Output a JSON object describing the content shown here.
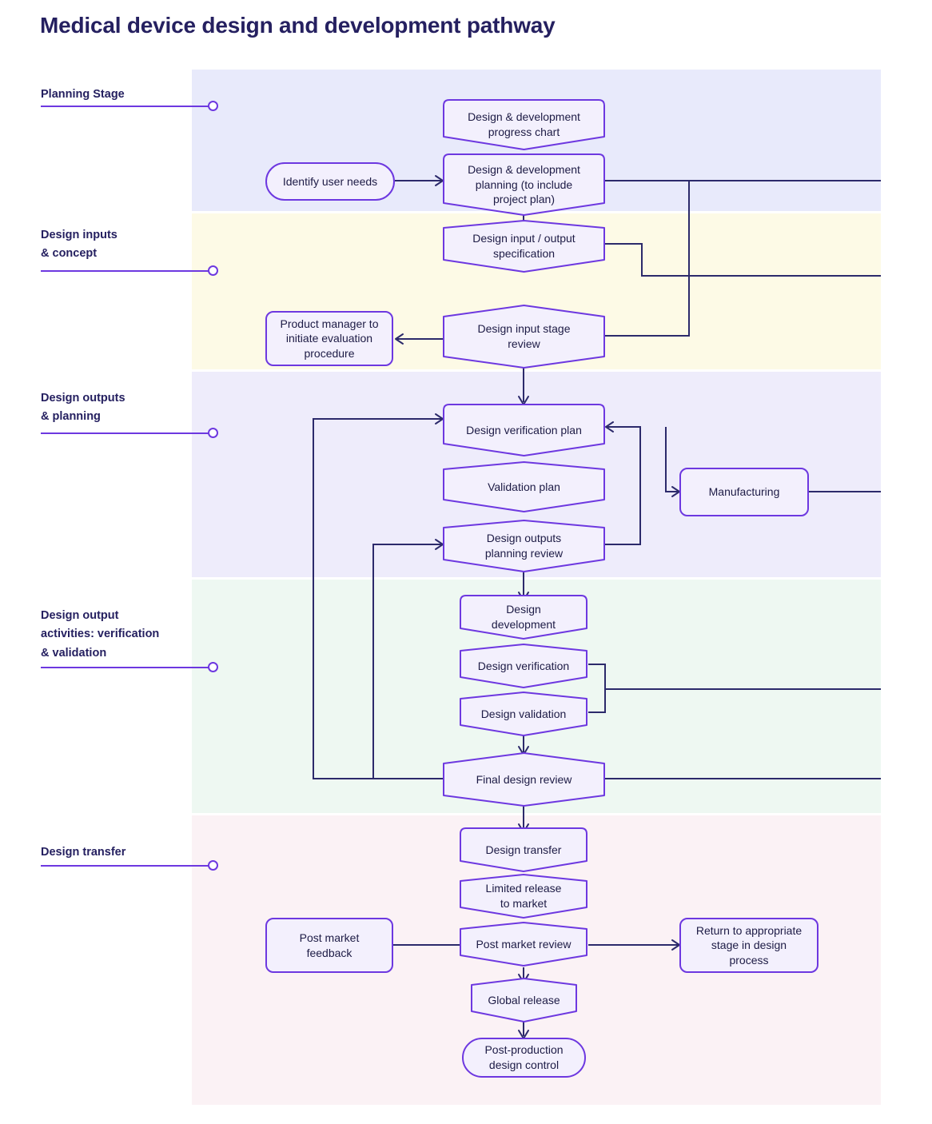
{
  "title": "Medical device design and development pathway",
  "colors": {
    "accent": "#6d38e0",
    "title_text": "#252060",
    "node_fill": "#f3f0fd",
    "connector": "#2c2a6b",
    "band_planning": "#e8eafb",
    "band_inputs": "#fdfae6",
    "band_outputs": "#eeecfb",
    "band_activities": "#eef8f2",
    "band_transfer": "#fbf2f5"
  },
  "stages": [
    {
      "id": "planning",
      "label": "Planning Stage"
    },
    {
      "id": "inputs",
      "label": "Design inputs\n& concept"
    },
    {
      "id": "outputs",
      "label": "Design outputs\n& planning"
    },
    {
      "id": "activities",
      "label": "Design output\nactivities: verification\n& validation"
    },
    {
      "id": "transfer",
      "label": "Design transfer"
    }
  ],
  "stage_labels": {
    "planning": "Planning Stage",
    "inputs_l1": "Design inputs",
    "inputs_l2": "& concept",
    "outputs_l1": "Design outputs",
    "outputs_l2": "& planning",
    "activities_l1": "Design output",
    "activities_l2": "activities: verification",
    "activities_l3": "& validation",
    "transfer": "Design transfer"
  },
  "nodes": {
    "progress_chart": "Design & development progress chart",
    "identify_user_needs": "Identify user needs",
    "dd_planning": "Design & development planning (to include project plan)",
    "io_spec": "Design input / output specification",
    "product_manager": "Product manager to initiate evaluation procedure",
    "input_stage_review": "Design input stage review",
    "verification_plan": "Design verification plan",
    "validation_plan": "Validation plan",
    "manufacturing": "Manufacturing",
    "outputs_planning_review": "Design outputs planning review",
    "design_development": "Design development",
    "design_verification": "Design verification",
    "design_validation": "Design validation",
    "final_design_review": "Final design review",
    "design_transfer": "Design transfer",
    "limited_release": "Limited release to market",
    "post_market_feedback": "Post market feedback",
    "post_market_review": "Post market review",
    "return_to_stage": "Return to appropriate stage in design process",
    "global_release": "Global release",
    "post_production": "Post-production design control"
  },
  "node_lines": {
    "progress_chart": [
      "Design & development",
      "progress chart"
    ],
    "identify_user_needs": [
      "Identify user needs"
    ],
    "dd_planning": [
      "Design & development",
      "planning (to include",
      "project plan)"
    ],
    "io_spec": [
      "Design input / output",
      "specification"
    ],
    "product_manager": [
      "Product manager to",
      "initiate evaluation",
      "procedure"
    ],
    "input_stage_review": [
      "Design input stage",
      "review"
    ],
    "verification_plan": [
      "Design verification plan"
    ],
    "validation_plan": [
      "Validation plan"
    ],
    "manufacturing": [
      "Manufacturing"
    ],
    "outputs_planning_review": [
      "Design outputs",
      "planning review"
    ],
    "design_development": [
      "Design",
      "development"
    ],
    "design_verification": [
      "Design verification"
    ],
    "design_validation": [
      "Design validation"
    ],
    "final_design_review": [
      "Final design review"
    ],
    "design_transfer": [
      "Design transfer"
    ],
    "limited_release": [
      "Limited release",
      "to market"
    ],
    "post_market_feedback": [
      "Post market",
      "feedback"
    ],
    "post_market_review": [
      "Post market review"
    ],
    "return_to_stage": [
      "Return to appropriate",
      "stage in design",
      "process"
    ],
    "global_release": [
      "Global release"
    ],
    "post_production": [
      "Post-production",
      "design control"
    ]
  }
}
